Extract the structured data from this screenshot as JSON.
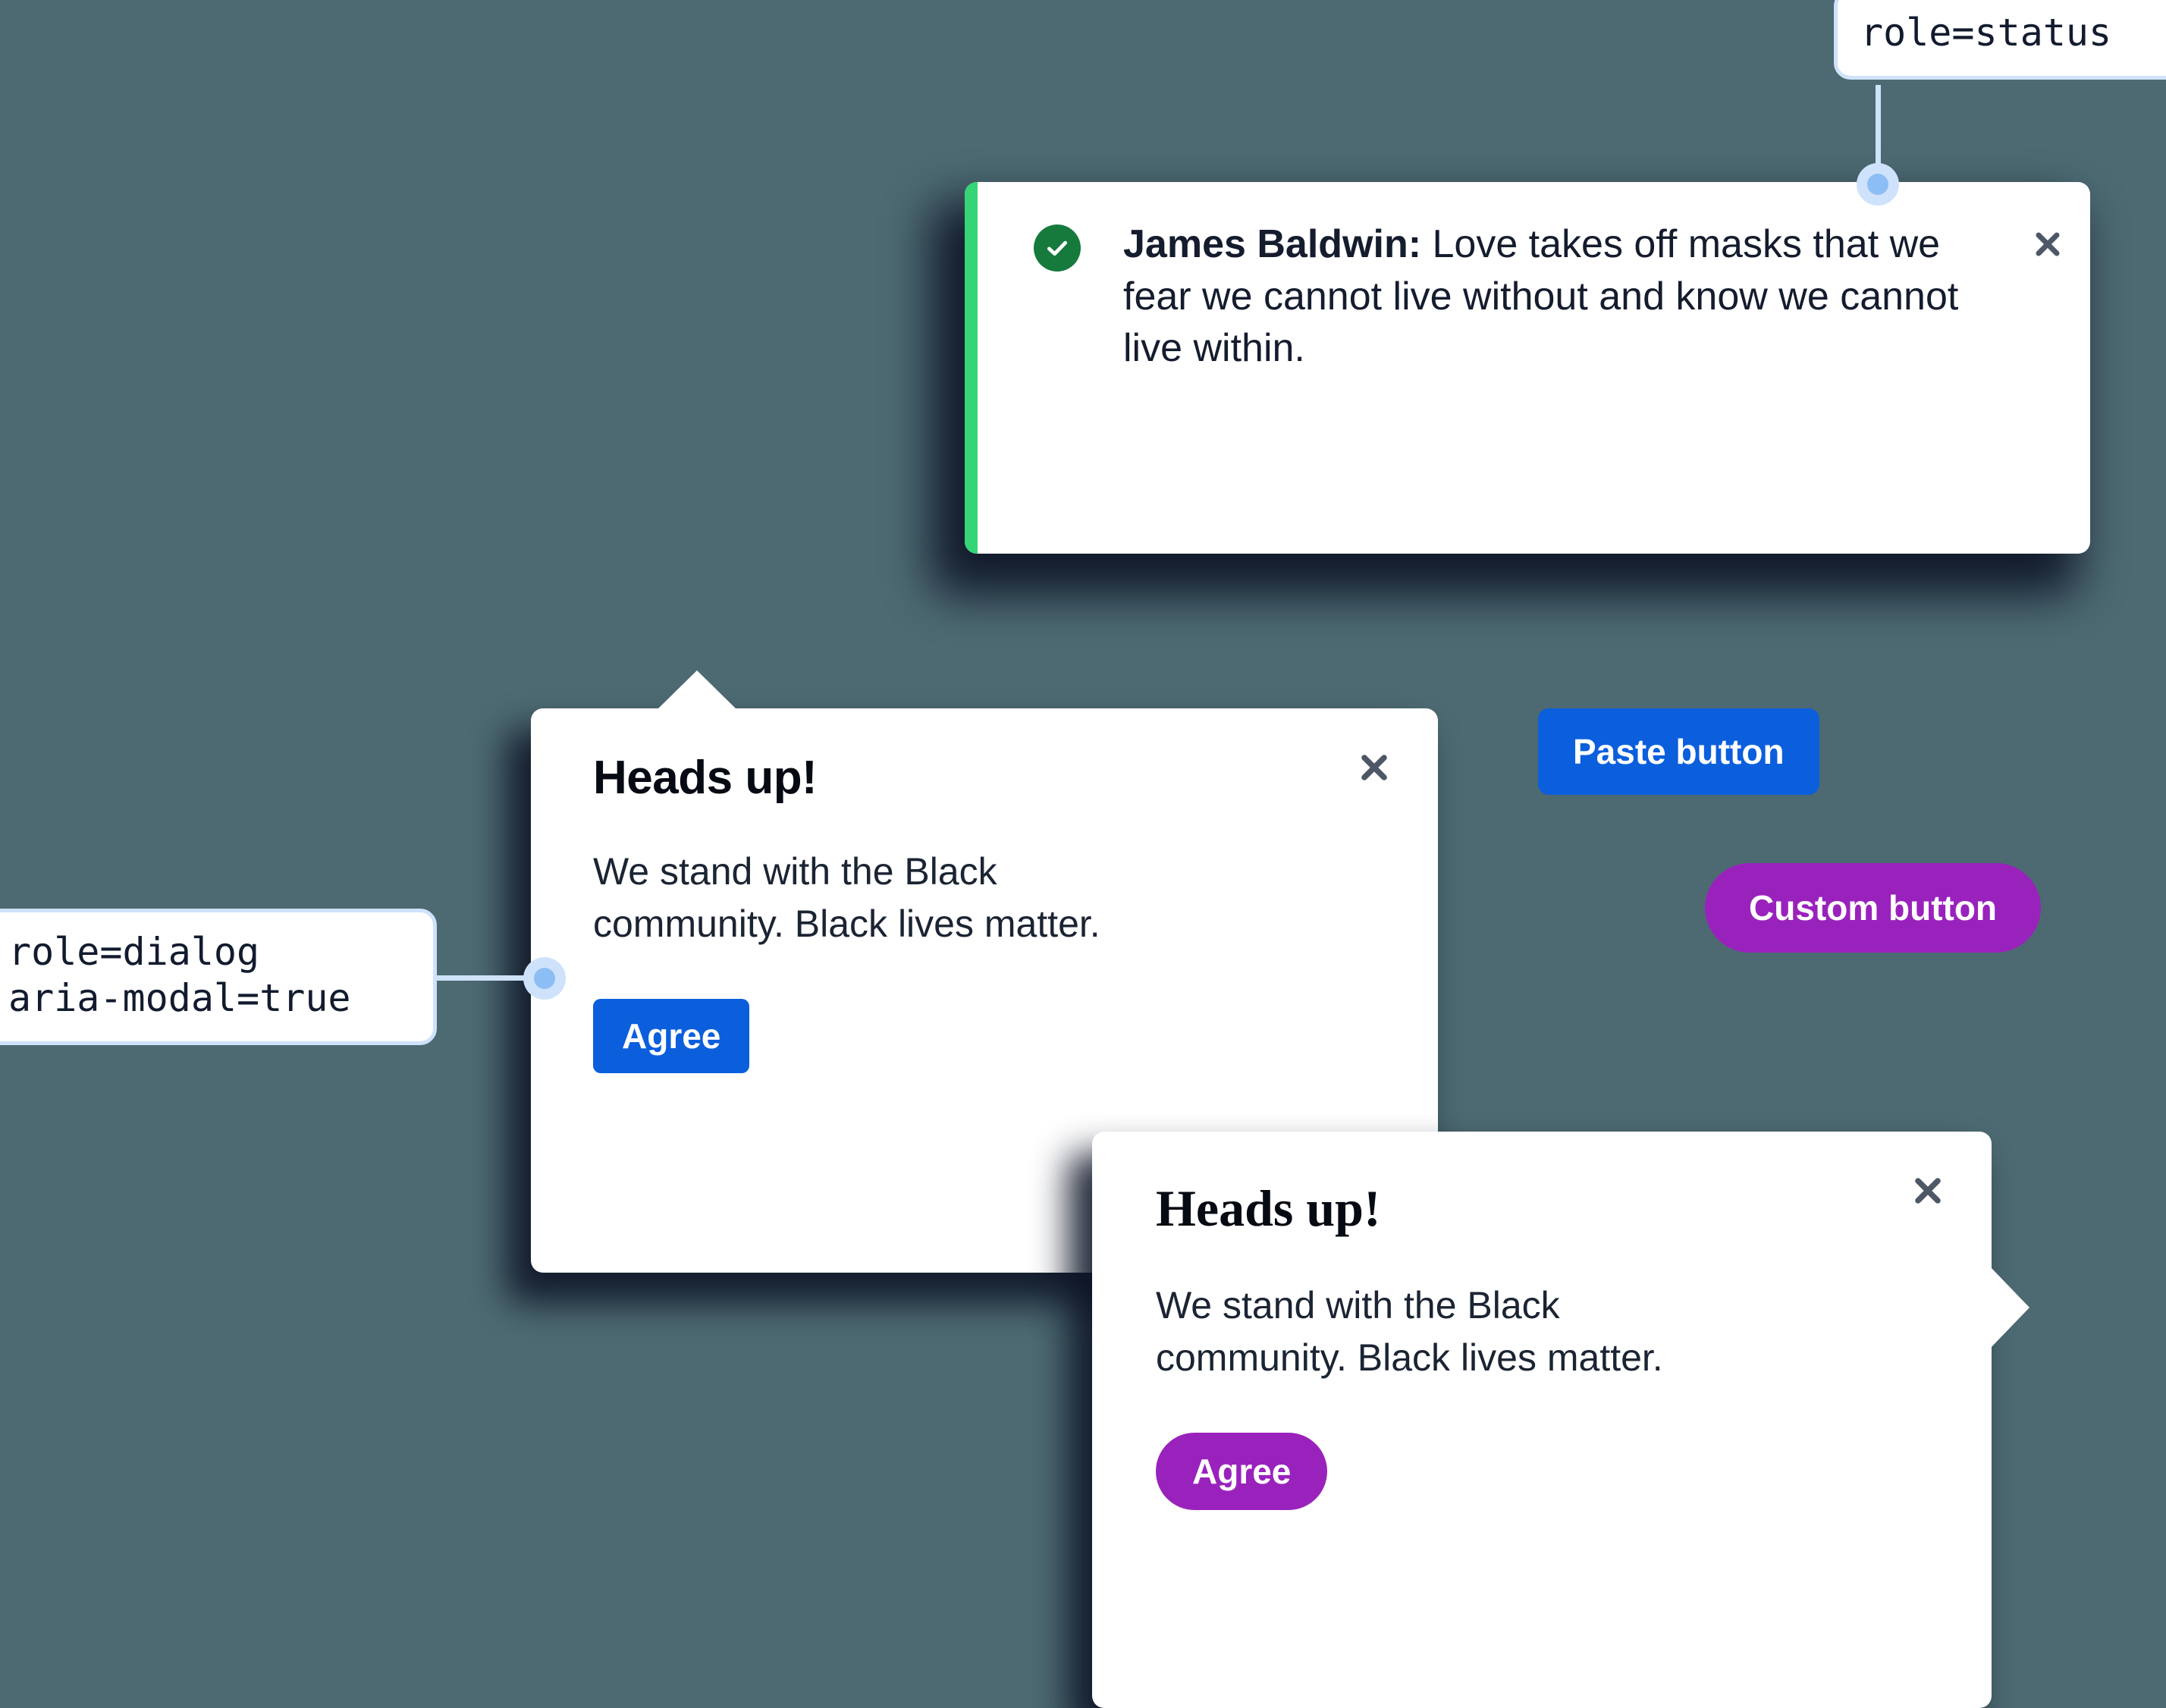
{
  "background_color": "#4d6a72",
  "annotations": [
    {
      "name": "role-status",
      "text": "role=status",
      "border_color": "#cfe2fb",
      "dot_color": "#8dbdf5"
    },
    {
      "name": "role-dialog",
      "text": "role=dialog\naria-modal=true",
      "border_color": "#cfe2fb",
      "dot_color": "#8dbdf5"
    }
  ],
  "toast": {
    "accent_color": "#35d476",
    "status_icon": "check-circle-icon",
    "status_icon_color": "#167a3c",
    "author": "James Baldwin:",
    "quote": " Love takes off masks that we fear we cannot live without and know we cannot live within.",
    "close_icon": "close-icon"
  },
  "dialogs": [
    {
      "name": "dialog-default",
      "title": "Heads up!",
      "body": "We stand with the Black community. Black lives matter.",
      "agree_label": "Agree",
      "agree_color": "#0b5fdd",
      "close_icon": "close-icon",
      "title_style": "sans"
    },
    {
      "name": "dialog-custom",
      "title": "Heads up!",
      "body": "We stand with the Black community. Black lives matter.",
      "agree_label": "Agree",
      "agree_color": "#9a22bc",
      "close_icon": "close-icon",
      "title_style": "serif"
    }
  ],
  "buttons": [
    {
      "name": "paste-button",
      "label": "Paste button",
      "color": "#0b5fdd"
    },
    {
      "name": "custom-button",
      "label": "Custom button",
      "color": "#9a22bc"
    }
  ]
}
